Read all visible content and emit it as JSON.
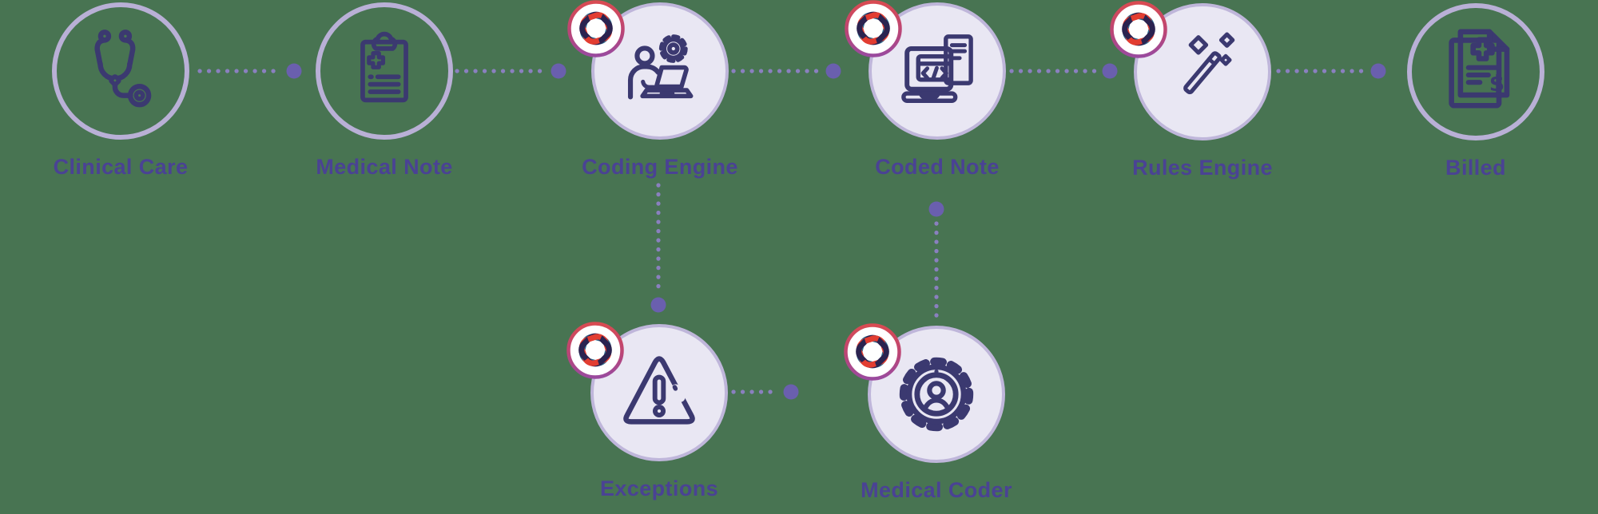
{
  "diagram": {
    "background_color": "#487452",
    "nodes": [
      {
        "label": "Clinical Care",
        "icon": "stethoscope",
        "style": "outlined",
        "has_logo_badge": false
      },
      {
        "label": "Medical Note",
        "icon": "medical-clipboard",
        "style": "outlined",
        "has_logo_badge": false
      },
      {
        "label": "Coding Engine",
        "icon": "person-laptop-gear",
        "style": "filled",
        "has_logo_badge": true
      },
      {
        "label": "Coded Note",
        "icon": "laptop-code-document",
        "style": "filled",
        "has_logo_badge": true
      },
      {
        "label": "Rules Engine",
        "icon": "magic-wand-sparkles",
        "style": "filled",
        "has_logo_badge": true
      },
      {
        "label": "Billed",
        "icon": "medical-bill-documents",
        "style": "outlined",
        "has_logo_badge": false
      },
      {
        "label": "Exceptions",
        "icon": "warning-triangle",
        "style": "filled",
        "has_logo_badge": true
      },
      {
        "label": "Medical Coder",
        "icon": "gear-person",
        "style": "filled",
        "has_logo_badge": true
      }
    ],
    "edges": [
      {
        "from": "Clinical Care",
        "to": "Medical Note"
      },
      {
        "from": "Medical Note",
        "to": "Coding Engine"
      },
      {
        "from": "Coding Engine",
        "to": "Coded Note"
      },
      {
        "from": "Coded Note",
        "to": "Rules Engine"
      },
      {
        "from": "Rules Engine",
        "to": "Billed"
      },
      {
        "from": "Coding Engine",
        "to": "Exceptions"
      },
      {
        "from": "Exceptions",
        "to": "Medical Coder"
      },
      {
        "from": "Medical Coder",
        "to": "Coded Note"
      }
    ],
    "colors": {
      "icon_stroke": "#3b3970",
      "label_text": "#4a4294",
      "circle_outline": "#b9b0d6",
      "circle_fill": "#e9e7f3",
      "circle_fill_border": "#bfb6da",
      "connector_dot": "#8a80bf",
      "connector_arrow_dot": "#6a5fae",
      "badge_ring_top": "#d94b52",
      "badge_ring_bottom": "#9a4a9e",
      "badge_logo_red": "#e23d31",
      "badge_logo_navy": "#2b2350",
      "badge_logo_blue": "#2f6b8f"
    },
    "glyphs": {
      "billed_dollar": "$"
    }
  }
}
